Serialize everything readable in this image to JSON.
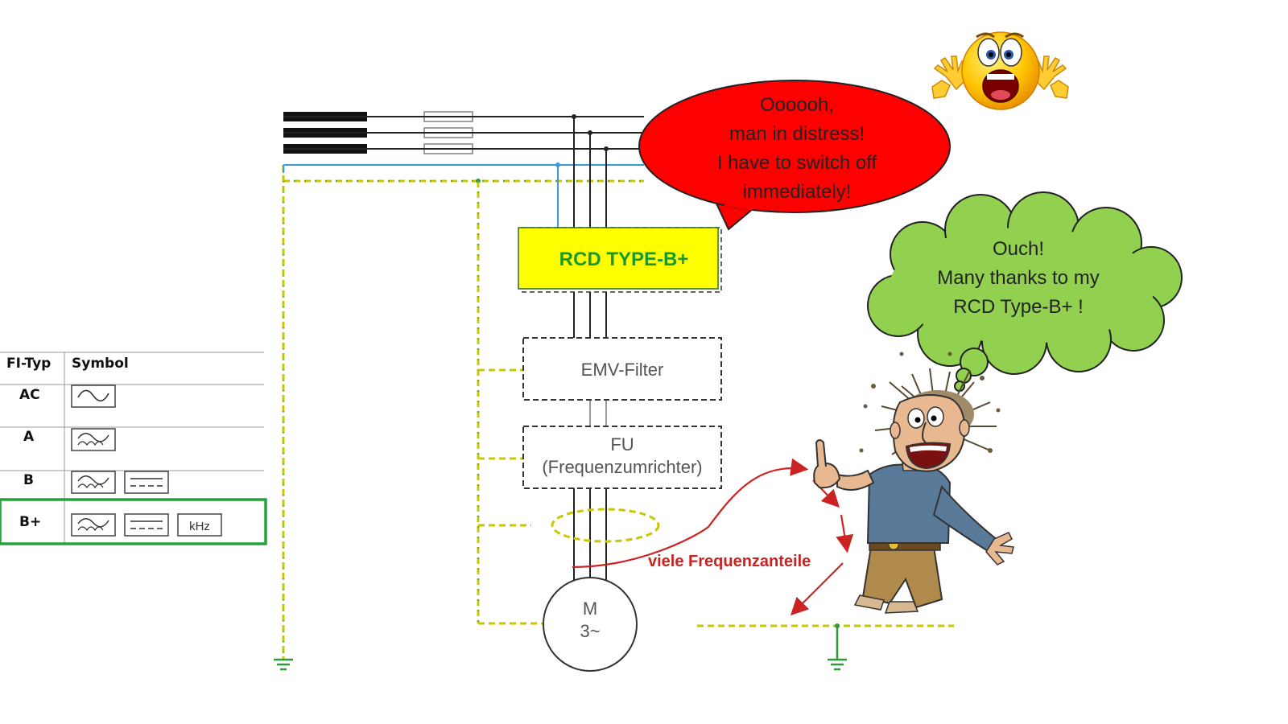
{
  "rcd_table": {
    "header_type": "FI-Typ",
    "header_symbol": "Symbol",
    "rows": [
      {
        "type": "AC",
        "symbols": [
          "ac-wave-icon"
        ]
      },
      {
        "type": "A",
        "symbols": [
          "pulsating-wave-icon"
        ]
      },
      {
        "type": "B",
        "symbols": [
          "pulsating-wave-icon",
          "dc-icon"
        ]
      },
      {
        "type": "B+",
        "symbols": [
          "pulsating-wave-icon",
          "dc-icon",
          "khz-icon"
        ],
        "khz_label": "kHz",
        "highlighted": true
      }
    ],
    "highlight_color": "#22a33a"
  },
  "circuit": {
    "rcd_label": "RCD TYPE-B+",
    "rcd_fill": "#ffff00",
    "rcd_text_color": "#1a9a2e",
    "emv_label": "EMV-Filter",
    "fu_label_line1": "FU",
    "fu_label_line2": "(Frequenzumrichter)",
    "motor_line1": "M",
    "motor_line2": "3~",
    "freq_label": "viele Frequenzanteile",
    "freq_color": "#cc2222",
    "pe_color": "#c8c800",
    "n_color": "#3a9ad9"
  },
  "speech_bubble": {
    "lines": [
      "Oooooh,",
      "man in distress!",
      "I have to switch off",
      "immediately!"
    ],
    "fill": "#ff0000",
    "text_color": "#222222"
  },
  "thought_bubble": {
    "lines": [
      "Ouch!",
      "Many thanks to my",
      "RCD Type-B+ !"
    ],
    "fill": "#92d050",
    "text_color": "#222222"
  },
  "icons": {
    "emoji": "shocked-emoji-icon",
    "cartoon": "shocked-man-figure"
  }
}
